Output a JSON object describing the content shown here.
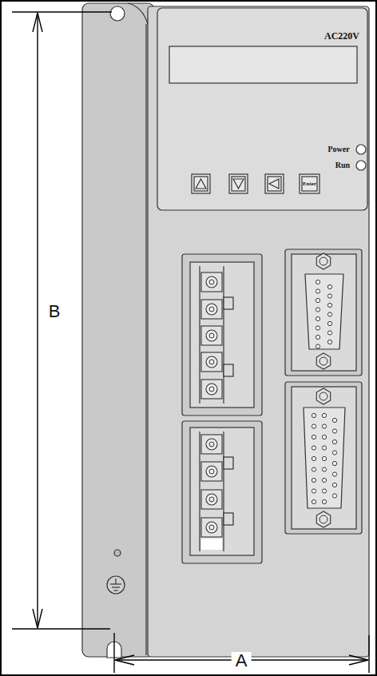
{
  "diagram": {
    "labels": [
      "AC220V",
      "Power",
      "Run",
      "Enter",
      "B",
      "A"
    ]
  }
}
